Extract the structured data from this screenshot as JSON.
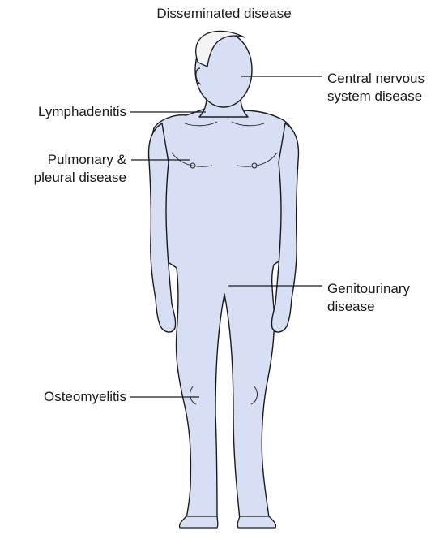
{
  "figure": {
    "title": "Disseminated disease",
    "body_fill_color": "#d6dff4",
    "outline_color": "#1a1a1a",
    "leader_color": "#1a1a1a",
    "labels": {
      "cns": [
        "Central nervous",
        "system disease"
      ],
      "lymph": [
        "Lymphadenitis"
      ],
      "pulmonary": [
        "Pulmonary &",
        "pleural disease"
      ],
      "genito": [
        "Genitourinary",
        "disease"
      ],
      "osteo": [
        "Osteomyelitis"
      ]
    }
  }
}
